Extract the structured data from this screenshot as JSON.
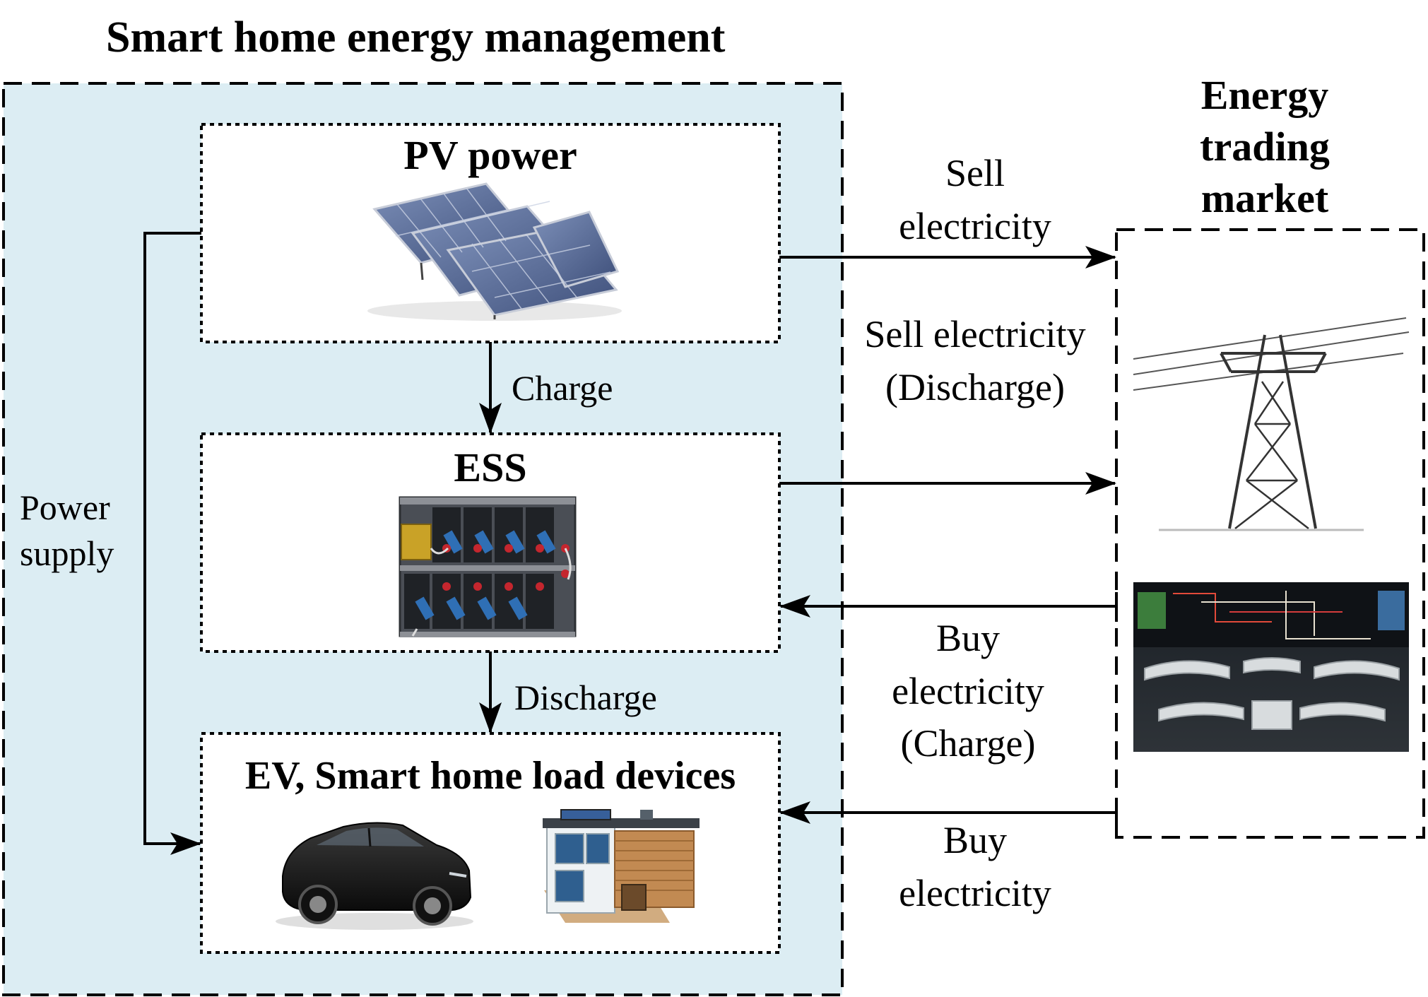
{
  "title": "Smart home energy management",
  "market": {
    "title": "Energy trading market"
  },
  "boxes": {
    "pv": {
      "title": "PV power"
    },
    "ess": {
      "title": "ESS"
    },
    "loads": {
      "title": "EV, Smart home load devices"
    }
  },
  "arrows": {
    "charge": "Charge",
    "discharge": "Discharge",
    "power_supply": "Power supply",
    "sell_pv": "Sell electricity",
    "sell_ess": "Sell electricity (Discharge)",
    "buy_ess": "Buy electricity (Charge)",
    "buy_load": "Buy electricity"
  },
  "colors": {
    "panel_fill": "#dcedf3",
    "line": "#000000"
  }
}
